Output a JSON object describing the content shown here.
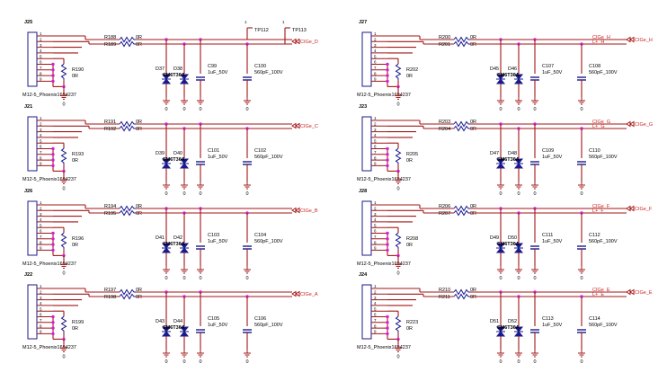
{
  "schematic": {
    "blocks": [
      {
        "conn": "J25",
        "model": "M12-5_Phoenix1694237",
        "rtop": "R188",
        "rbot": "R189",
        "rval": "0R",
        "rpd": "R190",
        "rpd_val": "0R",
        "d1": "D37",
        "d2": "D38",
        "dpart": "SM6T36A",
        "c1": "C99",
        "c1val": "1uF_50V",
        "c2": "C100",
        "c2val": "560pF_100V",
        "net1": "CIGe_D",
        "net2": "",
        "tp1": "TP112",
        "tp2": "TP113",
        "tp_pin": "1"
      },
      {
        "conn": "J21",
        "model": "M12-5_Phoenix1694237",
        "rtop": "R191",
        "rbot": "R192",
        "rval": "0R",
        "rpd": "R193",
        "rpd_val": "0R",
        "d1": "D39",
        "d2": "D40",
        "dpart": "SM6T36A",
        "c1": "C101",
        "c1val": "1uF_50V",
        "c2": "C102",
        "c2val": "560pF_100V",
        "net1": "CIGe_C",
        "net2": ""
      },
      {
        "conn": "J26",
        "model": "M12-5_Phoenix1694237",
        "rtop": "R194",
        "rbot": "R195",
        "rval": "0R",
        "rpd": "R196",
        "rpd_val": "0R",
        "d1": "D41",
        "d2": "D42",
        "dpart": "SM6T36A",
        "c1": "C103",
        "c1val": "1uF_50V",
        "c2": "C104",
        "c2val": "560pF_100V",
        "net1": "CIGe_B",
        "net2": ""
      },
      {
        "conn": "J22",
        "model": "M12-5_Phoenix1694237",
        "rtop": "R197",
        "rbot": "R198",
        "rval": "0R",
        "rpd": "R199",
        "rpd_val": "0R",
        "d1": "D43",
        "d2": "D44",
        "dpart": "SM6T36A",
        "c1": "C105",
        "c1val": "1uF_50V",
        "c2": "C106",
        "c2val": "560pF_100V",
        "net1": "CIGe_A",
        "net2": ""
      },
      {
        "conn": "J27",
        "model": "M12-5_Phoenix1694237",
        "rtop": "R200",
        "rbot": "R201",
        "rval": "0R",
        "rpd": "R202",
        "rpd_val": "0R",
        "d1": "D45",
        "d2": "D46",
        "dpart": "SM6T36A",
        "c1": "C107",
        "c1val": "1uF_50V",
        "c2": "C108",
        "c2val": "560pF_100V",
        "net1": "CIGe_H",
        "net2": "L+_H"
      },
      {
        "conn": "J23",
        "model": "M12-5_Phoenix1694237",
        "rtop": "R203",
        "rbot": "R204",
        "rval": "0R",
        "rpd": "R205",
        "rpd_val": "0R",
        "d1": "D47",
        "d2": "D48",
        "dpart": "SM6T36A",
        "c1": "C109",
        "c1val": "1uF_50V",
        "c2": "C110",
        "c2val": "560pF_100V",
        "net1": "CIGe_G",
        "net2": "L+_G"
      },
      {
        "conn": "J28",
        "model": "M12-5_Phoenix1694237",
        "rtop": "R206",
        "rbot": "R207",
        "rval": "0R",
        "rpd": "R208",
        "rpd_val": "0R",
        "d1": "D49",
        "d2": "D50",
        "dpart": "SM6T36A",
        "c1": "C111",
        "c1val": "1uF_50V",
        "c2": "C112",
        "c2val": "560pF_100V",
        "net1": "CIGe_F",
        "net2": "L+_F"
      },
      {
        "conn": "J24",
        "model": "M12-5_Phoenix1694237",
        "rtop": "R210",
        "rbot": "R211",
        "rval": "0R",
        "rpd": "R223",
        "rpd_val": "0R",
        "d1": "D51",
        "d2": "D52",
        "dpart": "SM6T36A",
        "c1": "C113",
        "c1val": "1uF_50V",
        "c2": "C114",
        "c2val": "560pF_100V",
        "net1": "CIGe_E",
        "net2": "L+_E"
      }
    ],
    "pins": [
      "1",
      "2",
      "3",
      "4",
      "5",
      "6",
      "7",
      "8",
      "9"
    ],
    "ground_label": "0"
  }
}
